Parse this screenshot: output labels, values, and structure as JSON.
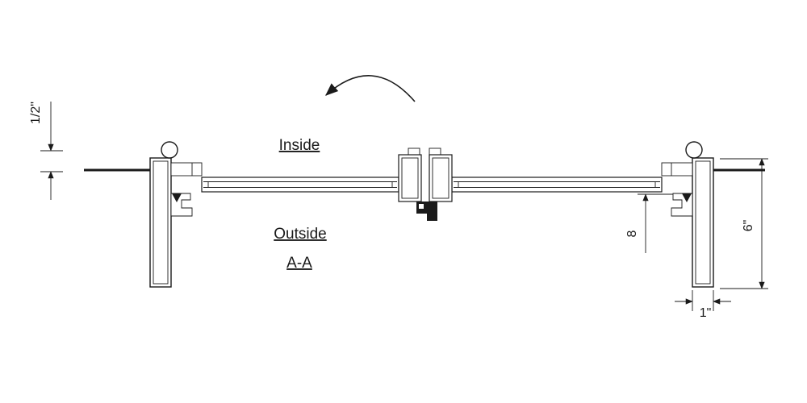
{
  "colors": {
    "ink": "#1a1a1a"
  },
  "labels": {
    "inside": "Inside",
    "outside": "Outside",
    "section": "A-A"
  },
  "dimensions": {
    "reveal": "1/2\"",
    "stile_depth": "8",
    "jamb_depth": "6\"",
    "jamb_width": "1\""
  }
}
